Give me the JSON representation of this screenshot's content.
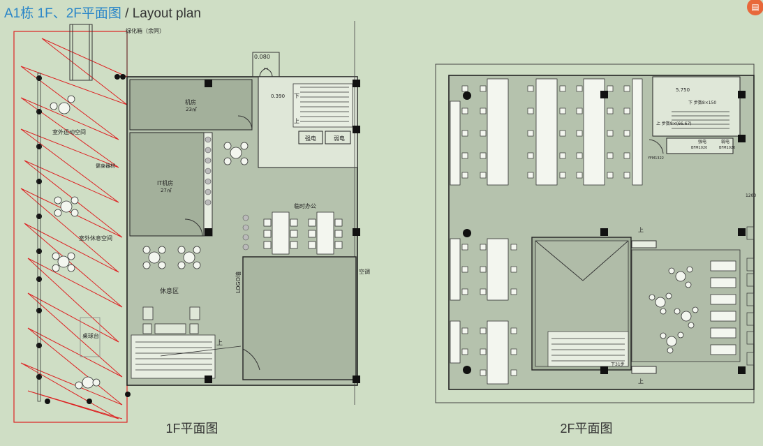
{
  "header": {
    "title_cn": "A1栋 1F、2F平面图",
    "title_sep": " / ",
    "title_en": "Layout plan"
  },
  "floor1": {
    "caption": "1F平面图",
    "labels": {
      "greening_box": "绿化箱（余同）",
      "outdoor_sports": "室外运动空间",
      "fitness": "健身器材",
      "outdoor_rest": "室外休息空间",
      "billiards": "桌球台",
      "machine_room": "机房",
      "machine_area": "23㎡",
      "it_room": "IT机房",
      "it_area": "27㎡",
      "rest_area": "休息区",
      "logo_wall": "LOGO墙",
      "temp_office": "临时办公",
      "strong_elec": "强电",
      "weak_elec": "弱电",
      "aircon": "空调",
      "level_top": "0.080",
      "level_stair": "0.390",
      "down": "下",
      "up": "上",
      "up2": "上"
    }
  },
  "floor2": {
    "caption": "2F平面图",
    "labels": {
      "level": "5.750",
      "steps_top": "下 步数8×150",
      "steps_mid": "上 步数8×(66.67)",
      "strong_elec": "强电",
      "weak_elec": "弱电",
      "door_a": "BFM1020",
      "door_b": "BFM1020",
      "door_c": "YFM1322",
      "up1": "上",
      "up2": "上",
      "down_steps": "下31步",
      "dim": "1200"
    }
  }
}
